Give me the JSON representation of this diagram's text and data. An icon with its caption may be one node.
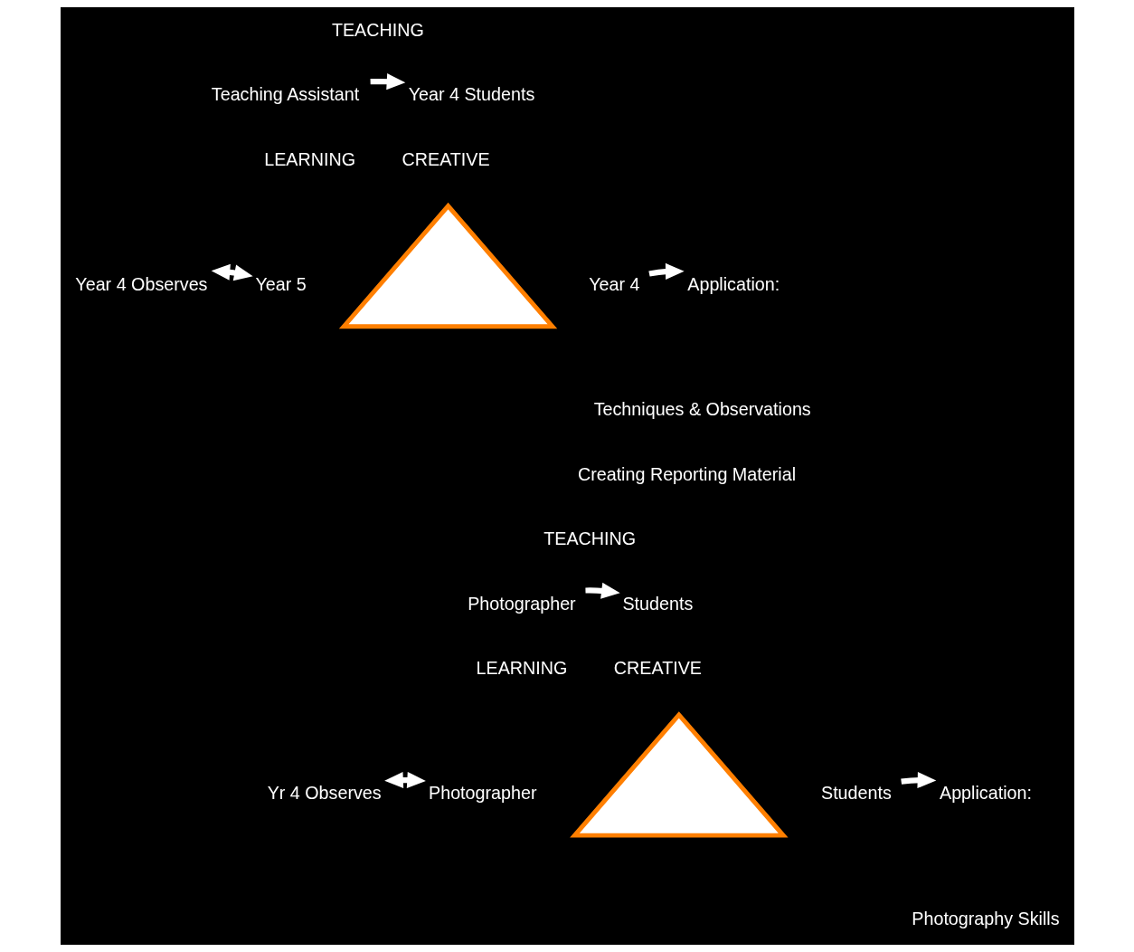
{
  "diagram": {
    "nodes": [
      {
        "text": [
          "Teaching Assistant"
        ]
      },
      {
        "text": [
          "Year 4 Students"
        ]
      },
      {
        "text": [],
        "shape": "triangle"
      },
      {
        "text": [
          "Year 4 Observes"
        ]
      },
      {
        "text": [
          "Year 5"
        ]
      },
      {
        "text": [
          "Year 4"
        ]
      },
      {
        "text": [
          "Application:"
        ]
      },
      {
        "text": [
          "Photographer"
        ]
      },
      {
        "text": [
          "Students"
        ]
      },
      {
        "text": [],
        "shape": "triangle"
      },
      {
        "text": [
          "Yr 4 Observes"
        ]
      },
      {
        "text": [
          "Photographer"
        ]
      },
      {
        "text": [
          "Students"
        ]
      },
      {
        "text": [
          "Application:"
        ]
      }
    ],
    "edges": [
      {
        "from": 0,
        "to": 1,
        "arrow": "to"
      },
      {
        "from": 3,
        "to": 4,
        "arrow": "both"
      },
      {
        "from": 5,
        "to": 6,
        "arrow": "to"
      },
      {
        "from": 7,
        "to": 8,
        "arrow": "to"
      },
      {
        "from": 10,
        "to": 11,
        "arrow": "both"
      },
      {
        "from": 12,
        "to": 13,
        "arrow": "to"
      }
    ],
    "labels": [
      "TEACHING",
      "LEARNING",
      "CREATIVE",
      "Techniques & Observations",
      "Creating Reporting Material",
      "TEACHING",
      "LEARNING",
      "CREATIVE",
      "Photography Skills"
    ]
  }
}
